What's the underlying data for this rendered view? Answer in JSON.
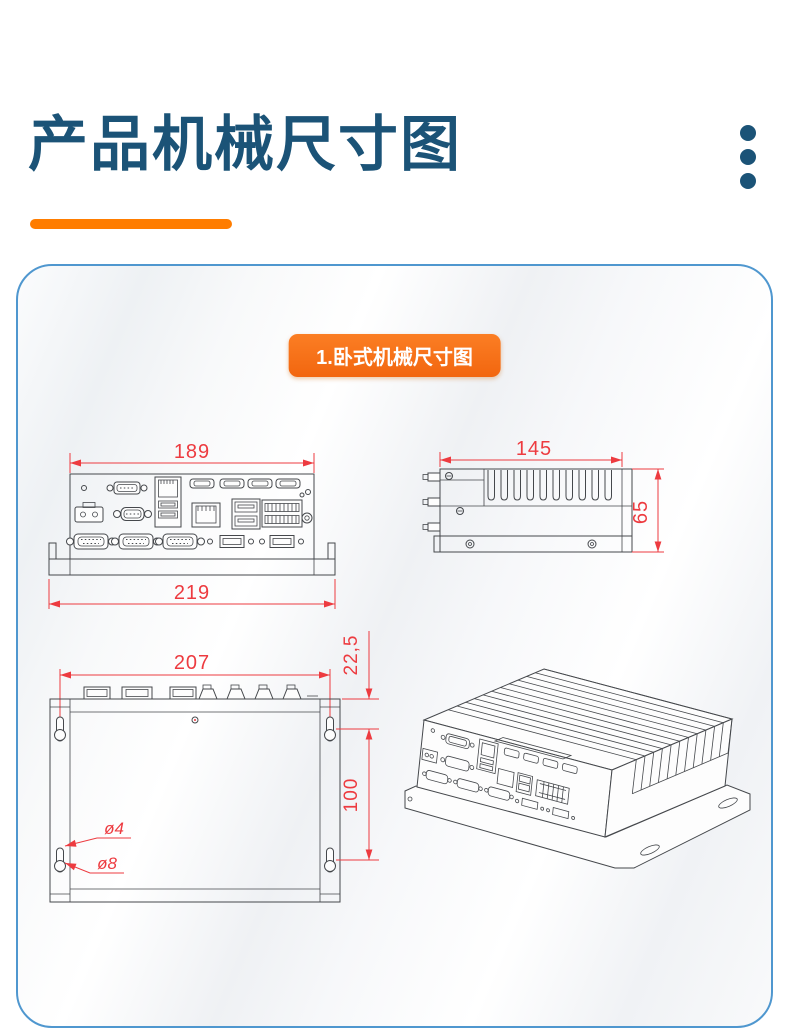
{
  "header": {
    "title": "产品机械尺寸图"
  },
  "panel": {
    "badge": "1.卧式机械尺寸图"
  },
  "dims": {
    "rear": {
      "top_width": "189",
      "bottom_width": "219"
    },
    "side": {
      "width": "145",
      "height": "65"
    },
    "top": {
      "width": "207",
      "edge_offset": "22,5",
      "hole_spacing": "100",
      "hole_small": "ø4",
      "hole_large": "ø8"
    }
  },
  "icons": {
    "kebab_menu": "vertical-three-dots"
  },
  "colors": {
    "heading": "#1b5377",
    "accent_bar": "#ff7d00",
    "badge_bg": "#f7721a",
    "dimension_red": "#ed3b40",
    "drawing_line": "#45484c",
    "panel_border": "#4f97cf"
  }
}
